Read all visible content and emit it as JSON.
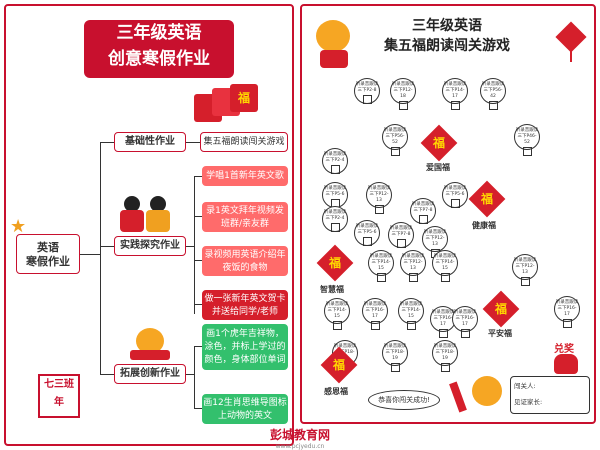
{
  "left": {
    "title_line1": "三年级英语",
    "title_line2": "创意寒假作业",
    "main_node_line1": "英语",
    "main_node_line2": "寒假作业",
    "categories": {
      "basic": "基础性作业",
      "practice": "实践探究作业",
      "creative": "拓展创新作业"
    },
    "tasks": {
      "basic": "集五福朗读闯关游戏",
      "practice_1": "学唱1首新年英文歌",
      "practice_2": "录1英文拜年视频发班群/亲友群",
      "practice_3": "录视频用英语介绍年夜饭的食物",
      "practice_4": "做一张新年英文贺卡并送给同学/老师",
      "creative_1": "画1个虎年吉祥物，涂色，并标上学过的颜色，身体部位单词",
      "creative_2": "画12生肖思维导图标上动物的英文"
    },
    "seal_text": "七三班年",
    "red_envelope_text": "福"
  },
  "right": {
    "title_line1": "三年级英语",
    "title_line2": "集五福朗读闯关游戏",
    "node_text": "听录音跟读",
    "fu_char": "福",
    "fu_labels": [
      "爱国福",
      "健康福",
      "智慧福",
      "平安福",
      "感恩福"
    ],
    "nodes": [
      {
        "page": "三下P2-8"
      },
      {
        "page": "三下P12-18"
      },
      {
        "page": "三下P14-17"
      },
      {
        "page": "三下P56-42"
      },
      {
        "page": "三下P2-4"
      },
      {
        "page": "三下P56-52"
      },
      {
        "page": "三下P46-52"
      },
      {
        "page": "三下P5-6"
      },
      {
        "page": "三下P12-13"
      },
      {
        "page": "三下P7-8"
      },
      {
        "page": "三下P5-6"
      },
      {
        "page": "三下P2-4"
      },
      {
        "page": "三下P5-6"
      },
      {
        "page": "三下P7-8"
      },
      {
        "page": "三下P12-13"
      },
      {
        "page": "三下P14-15"
      },
      {
        "page": "三下P12-13"
      },
      {
        "page": "三下P14-15"
      },
      {
        "page": "三下P12-13"
      },
      {
        "page": "三下P14-15"
      },
      {
        "page": "三下P16-17"
      },
      {
        "page": "三下P14-15"
      },
      {
        "page": "三下P16-17"
      },
      {
        "page": "三下P16-17"
      },
      {
        "page": "三下P16-17"
      },
      {
        "page": "三下P18-19"
      },
      {
        "page": "三下P18-19"
      },
      {
        "page": "三下P18-19"
      }
    ],
    "congrats": "恭喜你闯关成功!",
    "prize_title": "兑奖",
    "prize_fields": [
      "闯关人:",
      "见证家长:"
    ]
  },
  "footer": {
    "brand": "彭城教育网",
    "url": "www.pcjyedu.cn"
  }
}
